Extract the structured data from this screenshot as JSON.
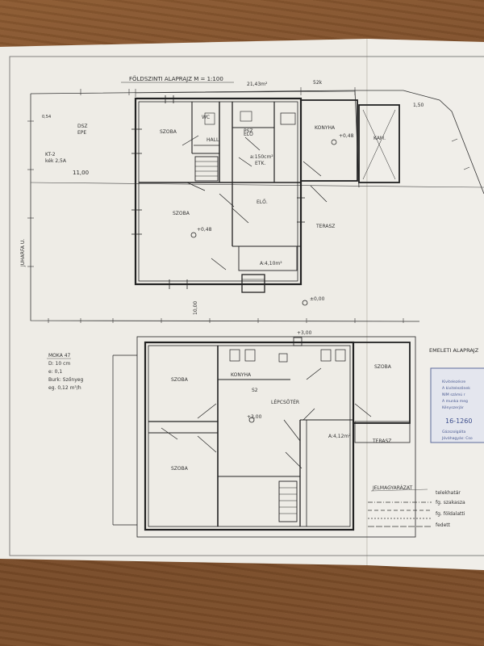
{
  "floor_plan": {
    "ground_title": "FÖLDSZINTI ALAPRAJZ  M = 1:100",
    "upper_title": "EMELETI ALAPRAJZ",
    "area_top": "21,43m²",
    "dim_52k": "52k",
    "dim_150": "1,50",
    "dim_054": "0,54",
    "dim_1100": "11,00",
    "dim_1000": "10,00",
    "street": "JUHARFA U.",
    "ground_rooms": [
      "SZOBA",
      "WC",
      "HALL",
      "KONYHA",
      "KAM.",
      "SZOBA",
      "ELŐ.",
      "ELŐ",
      "ETK."
    ],
    "labels_small": [
      "DSZ",
      "EPE",
      "KT-2",
      "kék 2,5A",
      "+0,48",
      "±0,00",
      "TERASZ",
      "A:4,10m²",
      "+0,48",
      "a:150cm²",
      "PSZ"
    ],
    "upper_rooms": [
      "SZOBA",
      "KONYHA",
      "LÉPCSŐTÉR",
      "SZOBA",
      "SZOBA",
      "TERASZ"
    ],
    "upper_labels": [
      "+3,00",
      "A:4,12m²",
      "+3,00",
      "S2"
    ],
    "note_block": [
      "MOKA 47",
      "D: 10 cm",
      "e: 0,1",
      "Burk: Szőnyeg",
      "eg. 0,12 m³/h"
    ],
    "stamp_lines": [
      "Kivitelezésre",
      "A kivitelezőnek",
      "NIM számú r",
      "A munka meg",
      "Kényszerjár",
      "16-1260",
      "Gázszolgálta",
      "Jóváhagyás: Cso"
    ],
    "legend_title": "JELMAGYARÁZAT",
    "legend_items": [
      "telekhatár",
      "fg. szakasza",
      "fg. földalatti",
      "fedett"
    ]
  }
}
